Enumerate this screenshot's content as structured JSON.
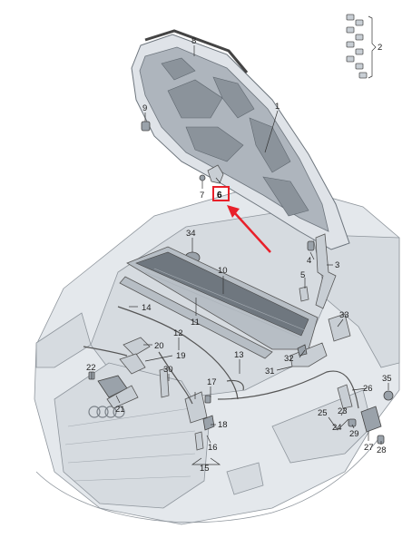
{
  "callouts": [
    {
      "id": "1",
      "text": "1"
    },
    {
      "id": "2",
      "text": "2"
    },
    {
      "id": "3",
      "text": "3"
    },
    {
      "id": "4",
      "text": "4"
    },
    {
      "id": "5",
      "text": "5"
    },
    {
      "id": "6",
      "text": "6"
    },
    {
      "id": "7",
      "text": "7"
    },
    {
      "id": "8",
      "text": "8"
    },
    {
      "id": "9",
      "text": "9"
    },
    {
      "id": "10",
      "text": "10"
    },
    {
      "id": "11",
      "text": "11"
    },
    {
      "id": "12",
      "text": "12"
    },
    {
      "id": "13",
      "text": "13"
    },
    {
      "id": "14",
      "text": "14"
    },
    {
      "id": "15",
      "text": "15"
    },
    {
      "id": "16",
      "text": "16"
    },
    {
      "id": "17",
      "text": "17"
    },
    {
      "id": "18",
      "text": "18"
    },
    {
      "id": "19",
      "text": "19"
    },
    {
      "id": "20",
      "text": "20"
    },
    {
      "id": "21",
      "text": "21"
    },
    {
      "id": "22",
      "text": "22"
    },
    {
      "id": "23",
      "text": "23"
    },
    {
      "id": "24",
      "text": "24"
    },
    {
      "id": "25",
      "text": "25"
    },
    {
      "id": "26",
      "text": "26"
    },
    {
      "id": "27",
      "text": "27"
    },
    {
      "id": "28",
      "text": "28"
    },
    {
      "id": "29",
      "text": "29"
    },
    {
      "id": "30",
      "text": "30"
    },
    {
      "id": "31",
      "text": "31"
    },
    {
      "id": "32",
      "text": "32"
    },
    {
      "id": "33",
      "text": "33"
    },
    {
      "id": "34",
      "text": "34"
    },
    {
      "id": "35",
      "text": "35"
    }
  ],
  "highlighted_callout": "6",
  "colors": {
    "highlight_box": "#e8202a",
    "arrow": "#e8202a",
    "line_art": "#6d757d"
  },
  "icons": [
    "red-arrow-pointer-icon",
    "audi-rings-logo-icon"
  ]
}
